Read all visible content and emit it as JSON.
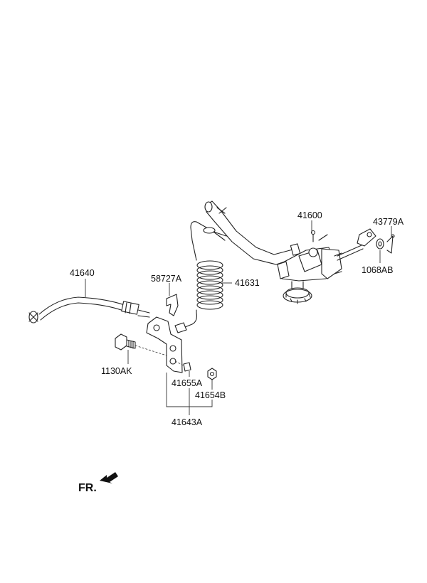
{
  "diagram": {
    "parts": {
      "p41600": "41600",
      "p43779A": "43779A",
      "p1068AB": "1068AB",
      "p41640": "41640",
      "p58727A": "58727A",
      "p41631": "41631",
      "p1130AK": "1130AK",
      "p41655A": "41655A",
      "p41654B": "41654B",
      "p41643A": "41643A"
    },
    "front_indicator": "FR."
  }
}
